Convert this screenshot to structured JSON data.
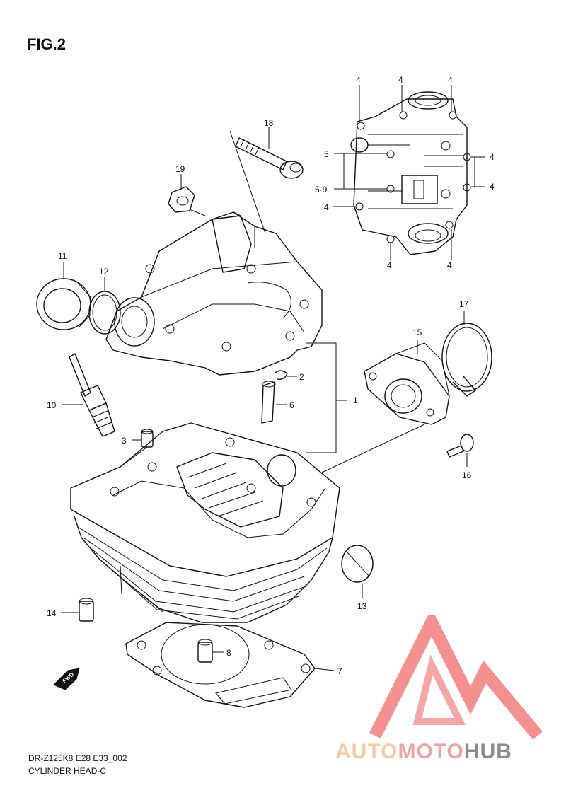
{
  "figure": {
    "title": "FIG.2"
  },
  "callouts": [
    {
      "id": "c1",
      "label": "1"
    },
    {
      "id": "c2",
      "label": "2"
    },
    {
      "id": "c3",
      "label": "3"
    },
    {
      "id": "c4a",
      "label": "4"
    },
    {
      "id": "c4b",
      "label": "4"
    },
    {
      "id": "c4c",
      "label": "4"
    },
    {
      "id": "c4d",
      "label": "4"
    },
    {
      "id": "c4e",
      "label": "4"
    },
    {
      "id": "c4f",
      "label": "4"
    },
    {
      "id": "c4g",
      "label": "4"
    },
    {
      "id": "c4h",
      "label": "4"
    },
    {
      "id": "c5",
      "label": "5"
    },
    {
      "id": "c59",
      "label": "5·9"
    },
    {
      "id": "c6",
      "label": "6"
    },
    {
      "id": "c7",
      "label": "7"
    },
    {
      "id": "c8",
      "label": "8"
    },
    {
      "id": "c10",
      "label": "10"
    },
    {
      "id": "c11",
      "label": "11"
    },
    {
      "id": "c12",
      "label": "12"
    },
    {
      "id": "c13",
      "label": "13"
    },
    {
      "id": "c14",
      "label": "14"
    },
    {
      "id": "c15",
      "label": "15"
    },
    {
      "id": "c16",
      "label": "16"
    },
    {
      "id": "c17",
      "label": "17"
    },
    {
      "id": "c18",
      "label": "18"
    },
    {
      "id": "c19",
      "label": "19"
    }
  ],
  "fwd_label": "FWD",
  "footer": {
    "code": "DR-Z125K8 E28 E33_002",
    "name": "CYLINDER HEAD-C"
  },
  "watermark": {
    "part1": "AUTO",
    "part2": "MOTO",
    "part3": "HUB",
    "colors": {
      "auto": "#f7c8a0",
      "moto": "#f0a3a3",
      "hub": "#8a8a8a",
      "logo": "#f26b6b"
    }
  }
}
